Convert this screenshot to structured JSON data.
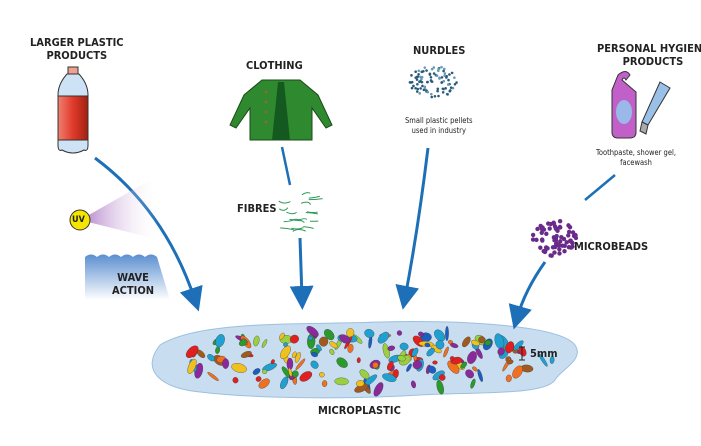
{
  "labels": {
    "larger_plastic": "LARGER PLASTIC\nPRODUCTS",
    "clothing": "CLOTHING",
    "nurdles": "NURDLES",
    "nurdles_desc": "Small plastic pellets\nused in industry",
    "hygiene": "PERSONAL HYGIENE\nPRODUCTS",
    "hygiene_desc": "Toothpaste, shower gel,\nfacewash",
    "uv": "UV",
    "wave_action": "WAVE\nACTION",
    "fibres": "FIBRES",
    "microbeads": "MICROBEADS",
    "scale": "5mm",
    "microplastic": "MICROPLASTIC"
  },
  "icons": [
    "plastic-bottle-icon",
    "jacket-icon",
    "nurdles-pellets-icon",
    "hygiene-bottle-icon",
    "toothpaste-tube-icon",
    "uv-sun-icon",
    "wave-icon",
    "fibres-icon",
    "microbeads-icon"
  ],
  "colors": {
    "arrow": "#1d6fb8",
    "water": "#c8ddf0",
    "uv": "#f5e600",
    "wave": "#5b8fd0",
    "fibres": "#2e9a5a",
    "microbeads": "#6a2a8a",
    "jacket": "#2f8a2f",
    "bottle_label": "#e03a2a",
    "fragments": [
      "#e02020",
      "#2a9a2a",
      "#1a5fc0",
      "#f0c020",
      "#a05a20",
      "#8a2a9a",
      "#20a0d0",
      "#9ad040",
      "#f07020"
    ]
  }
}
